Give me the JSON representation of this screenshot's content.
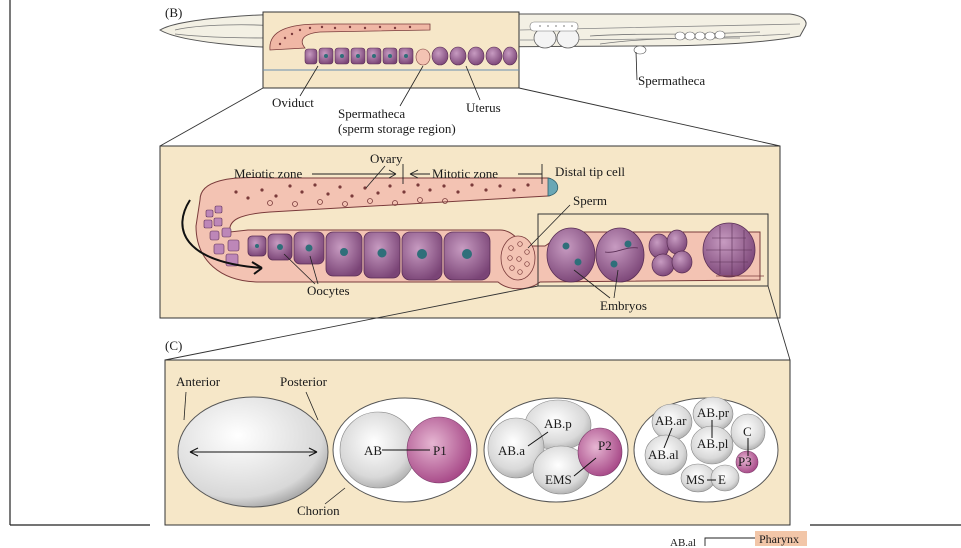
{
  "panel_b": {
    "tag": "(B)",
    "labels": {
      "oviduct": "Oviduct",
      "spermatheca_storage": "Spermatheca",
      "sperm_storage_region": "(sperm storage region)",
      "uterus": "Uterus",
      "spermatheca_right": "Spermatheca"
    }
  },
  "inset": {
    "labels": {
      "ovary": "Ovary",
      "meiotic_zone": "Meiotic zone",
      "mitotic_zone": "Mitotic zone",
      "distal_tip_cell": "Distal tip cell",
      "sperm": "Sperm",
      "oocytes": "Oocytes",
      "embryos": "Embryos"
    }
  },
  "panel_c": {
    "tag": "(C)",
    "labels": {
      "anterior": "Anterior",
      "posterior": "Posterior",
      "chorion": "Chorion"
    },
    "cells": {
      "two_cell": [
        "AB",
        "P1"
      ],
      "four_cell": [
        "AB.p",
        "AB.a",
        "P2",
        "EMS"
      ],
      "eight_cell": [
        "AB.pr",
        "AB.ar",
        "AB.pl",
        "AB.al",
        "C",
        "P3",
        "MS",
        "E"
      ]
    }
  },
  "footer": {
    "pharynx": "Pharynx",
    "ab_fragment": "AB.al"
  },
  "colors": {
    "panel_fill": "#f6e7c8",
    "gonad_fill": "#f3c3b3",
    "cell_purple": "#8c5a8a",
    "p_cell": "#b0508c",
    "nucleus": "#2f6f7a",
    "embryo_gray": "#d8d8d8"
  }
}
